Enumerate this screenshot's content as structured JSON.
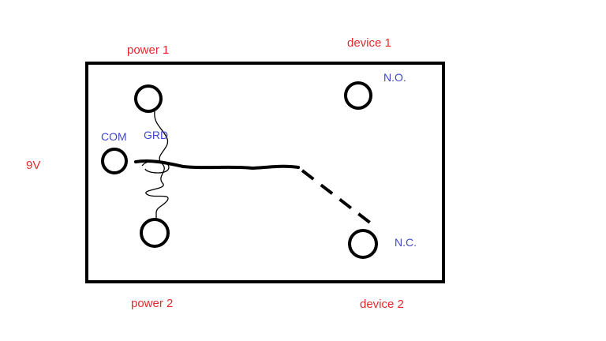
{
  "labels": {
    "power1": "power 1",
    "device1": "device 1",
    "power2": "power 2",
    "device2": "device 2",
    "voltage": "9V",
    "com": "COM",
    "grd": "GRD",
    "no": "N.O.",
    "nc": "N.C."
  },
  "colors": {
    "outer_labels": "#e8282d",
    "terminal_labels": "#3f48cc",
    "lines": "#000000",
    "background": "#ffffff"
  }
}
